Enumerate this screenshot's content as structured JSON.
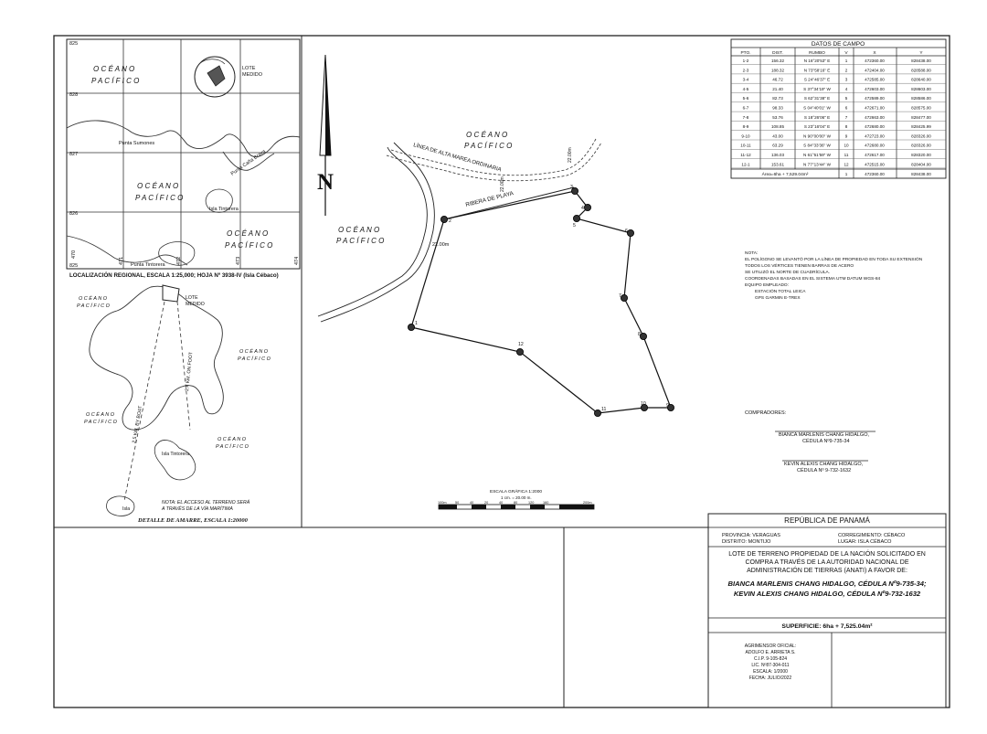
{
  "regional_map": {
    "grid_labels_left": [
      "825",
      "828",
      "827",
      "826",
      "825"
    ],
    "grid_labels_bottom": [
      "470",
      "471",
      "472",
      "473",
      "474"
    ],
    "ocean_label_1": [
      "O C É A N O",
      "P A C Í F I C O"
    ],
    "ocean_label_2": [
      "O C É A N O",
      "P A C Í F I C O"
    ],
    "ocean_label_3": [
      "O C É A N O",
      "P A C Í F I C O"
    ],
    "lote_label": [
      "LOTE",
      "MEDIDO"
    ],
    "punta_sumones": "Punta Sumones",
    "punta_caña_brava": "Punta Caña Brava",
    "isla_tintorera": "Isla Tintorera",
    "punta_tintorera": "Punta Tintorera",
    "caption": "LOCALIZACIÓN REGIONAL, ESCALA 1:25,000; HOJA Nº 3938-IV (Isla Cébaco)"
  },
  "detail_map": {
    "ocean_labels": [
      [
        "O C É A N O",
        "P A C Í F I C O"
      ],
      [
        "O C É A N O",
        "P A C Í F I C O"
      ],
      [
        "O C É A N O",
        "P A C Í F I C O"
      ],
      [
        "O C É A N O",
        "P A C Í F I C O"
      ]
    ],
    "lote_label": [
      "LOTE",
      "MEDIDO"
    ],
    "route_label_1": "2.5 KM. BY BOAT",
    "route_label_2": "2.4 KM. ON FOOT",
    "isla_tintorera": "Isla Tintorera",
    "isla": "Isla",
    "note": [
      "NOTA: EL ACCESO AL TERRENO SERÁ",
      "A TRAVÉS DE LA VÍA MARÍTIMA"
    ],
    "caption": "DETALLE DE AMARRE, ESCALA 1:20000"
  },
  "main_plan": {
    "north_symbol": "N",
    "ocean_label_top": [
      "O C É A N O",
      "P A C Í F I C O"
    ],
    "ocean_label_left": [
      "O C É A N O",
      "P A C Í F I C O"
    ],
    "linea_alta_marea": "LÍNEA DE ALTA MAREA ORDINARIA",
    "ribera_playa": "RIBERA DE PLAYA",
    "setback_distance": "22.00m",
    "vertices": [
      "1",
      "2",
      "3",
      "4",
      "5",
      "6",
      "7",
      "8",
      "9",
      "10",
      "11",
      "12"
    ],
    "nota_lines": [
      "NOTA:",
      "EL POLÍGONO SE LEVANTÓ POR LA LÍNEA DE PROPIEDAD EN TODA SU EXTENSIÓN",
      "TODOS LOS VÉRTICES TIENEN BARRAS DE ACERO",
      "SE UTILIZÓ EL NORTE DE CUADRÍCULA.",
      "COORDENADAS BASADAS EN EL SISTEMA UTM DATUM WGS-84",
      "EQUIPO EMPLEADO:",
      "ESTACIÓN TOTAL LEICA",
      "GPS GARMIN E-TREX"
    ],
    "compradores_title": "COMPRADORES:",
    "buyer_1_name": "BIANCA MARLENIS CHANG HIDALGO,",
    "buyer_1_id": "CÉDULA Nº9-735-34",
    "buyer_2_name": "KEVIN ALEXIS CHANG HIDALGO,",
    "buyer_2_id": "CÉDULA Nº 9-732-1632",
    "scale_title": "ESCALA GRÁFICA 1:2000",
    "scale_sub": "1 cm. = 20.00 m.",
    "scale_ticks": [
      "100m",
      "50",
      "40",
      "20",
      "40",
      "80",
      "120",
      "160",
      "200m"
    ]
  },
  "field_data": {
    "title": "DATOS DE CAMPO",
    "headers": [
      "PTO.",
      "DIST.",
      "RUMBO",
      "V",
      "X",
      "Y"
    ],
    "rows": [
      [
        "1-2",
        "156.32",
        "N 16°20'53\" E",
        "1",
        "472360.00",
        "828438.00"
      ],
      [
        "2-3",
        "188.32",
        "N 73°58'16\" E",
        "2",
        "472404.00",
        "828588.00"
      ],
      [
        "3-4",
        "46.72",
        "S 24°46'37\" E",
        "3",
        "472585.00",
        "828640.00"
      ],
      [
        "4-5",
        "21.40",
        "S 37°34'19\" W",
        "4",
        "472603.00",
        "828603.00"
      ],
      [
        "5-6",
        "82.73",
        "S 62°31'38\" E",
        "5",
        "472589.00",
        "828586.00"
      ],
      [
        "6-7",
        "98.33",
        "S 04°40'01\" W",
        "6",
        "472671.00",
        "828575.00"
      ],
      [
        "7-8",
        "53.76",
        "S 18°26'06\" E",
        "7",
        "472663.00",
        "828477.00"
      ],
      [
        "8-9",
        "108.85",
        "S 23°16'04\" E",
        "8",
        "472680.00",
        "828425.99"
      ],
      [
        "9-10",
        "43.00",
        "N 90°00'00\" W",
        "9",
        "472723.00",
        "828326.00"
      ],
      [
        "10-11",
        "63.29",
        "S 84°33'36\" W",
        "10",
        "472680.00",
        "828326.00"
      ],
      [
        "11-12",
        "136.03",
        "N 61°51'59\" W",
        "11",
        "472617.00",
        "828320.00"
      ],
      [
        "12-1",
        "153.61",
        "N 77°13'44\" W",
        "12",
        "472515.00",
        "828404.00"
      ]
    ],
    "area_label": "Área=6ha + 7,529.04m²",
    "closing_v": "1",
    "closing_x": "472360.00",
    "closing_y": "828438.00"
  },
  "title_block": {
    "republica": "REPÚBLICA DE PANAMÁ",
    "provincia": "PROVINCIA: VERAGUAS",
    "distrito": "DISTRITO: MONTIJO",
    "corregimiento": "CORREGIMIENTO: CÉBACO",
    "lugar": "LUGAR: ISLA CÉBACO",
    "description": [
      "LOTE DE TERRENO PROPIEDAD DE LA NACIÓN SOLICITADO EN",
      "COMPRA A TRAVÉS DE LA AUTORIDAD NACIONAL DE",
      "ADMINISTRACIÓN DE TIERRAS (ANATI) A FAVOR DE:"
    ],
    "buyers": [
      "BIANCA MARLENIS CHANG HIDALGO, CÉDULA Nº9-735-34;",
      "KEVIN ALEXIS CHANG HIDALGO, CÉDULA Nº9-732-1632"
    ],
    "superficie": "SUPERFICIE: 6ha + 7,525.04m²",
    "agrimensor": [
      "AGRIMENSOR OFICIAL:",
      "ADOLFO E. ARRIETA S.",
      "C.I.P. 9-105-824",
      "LIC. Nº87-304-011",
      "ESCALA: 1/2000",
      "FECHA: JULIO/2022"
    ]
  }
}
